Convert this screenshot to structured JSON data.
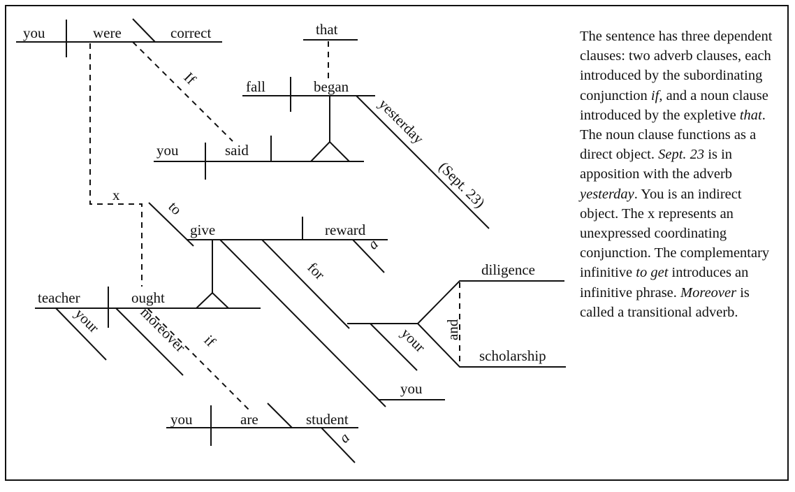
{
  "diagram": {
    "title": "Sentence diagram",
    "main_clause": {
      "subject": "teacher",
      "subject_modifier": "your",
      "verb": "ought",
      "transitional_adverb": "moreover",
      "infinitive_marker": "to",
      "infinitive_verb": "give",
      "direct_object": "reward",
      "direct_object_modifier": "a",
      "indirect_object": "you",
      "preposition": "for",
      "prep_object_modifier": "your",
      "compound_objects": [
        "diligence",
        "scholarship"
      ],
      "coordinating_conjunction": "and"
    },
    "adverb_clause_1": {
      "conjunction": "If",
      "subject": "you",
      "verb": "were",
      "complement": "correct"
    },
    "adverb_clause_2": {
      "conjunction": "if",
      "subject": "you",
      "verb": "are",
      "complement": "student",
      "complement_modifier": "a"
    },
    "said_clause": {
      "subject": "you",
      "verb": "said"
    },
    "noun_clause": {
      "expletive": "that",
      "subject": "fall",
      "verb": "began",
      "adverb": "yesterday",
      "appositive": "(Sept. 23)"
    },
    "unexpressed_conjunction": "x"
  },
  "explanation": {
    "segments": [
      {
        "text": "The sentence has three dependent clauses: two adverb clauses, each introduced by the subordinating conjunction ",
        "italic": false
      },
      {
        "text": "if",
        "italic": true
      },
      {
        "text": ", and a noun clause introduced by the expletive ",
        "italic": false
      },
      {
        "text": "that",
        "italic": true
      },
      {
        "text": ". The noun clause functions as a direct object. ",
        "italic": false
      },
      {
        "text": "Sept. 23",
        "italic": true
      },
      {
        "text": " is in apposition with the adverb ",
        "italic": false
      },
      {
        "text": "yesterday",
        "italic": true
      },
      {
        "text": ". You is an indirect object. The x represents an unexpressed coordinating conjunction. The complementary infinitive ",
        "italic": false
      },
      {
        "text": "to get",
        "italic": true
      },
      {
        "text": " introduces an infinitive phrase. ",
        "italic": false
      },
      {
        "text": "Moreover",
        "italic": true
      },
      {
        "text": " is called a transitional adverb.",
        "italic": false
      }
    ]
  }
}
